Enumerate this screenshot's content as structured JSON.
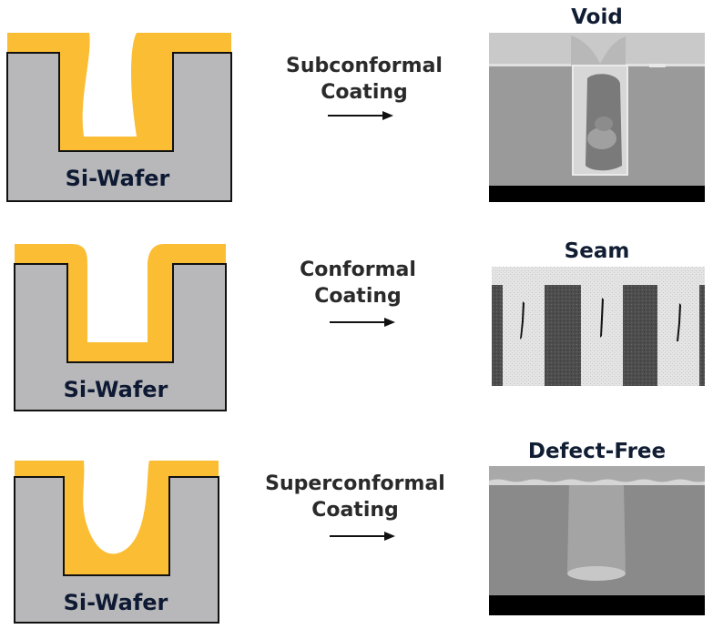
{
  "rows": [
    {
      "wafer_label": "Si-Wafer",
      "process_line1": "Subconformal",
      "process_line2": "Coating",
      "result_title": "Void"
    },
    {
      "wafer_label": "Si-Wafer",
      "process_line1": "Conformal",
      "process_line2": "Coating",
      "result_title": "Seam"
    },
    {
      "wafer_label": "Si-Wafer",
      "process_line1": "Superconformal",
      "process_line2": "Coating",
      "result_title": "Defect-Free"
    }
  ],
  "colors": {
    "coating": "#fbbd33",
    "wafer": "#b8b8ba",
    "outline": "#111111",
    "label": "#0e1a33"
  }
}
